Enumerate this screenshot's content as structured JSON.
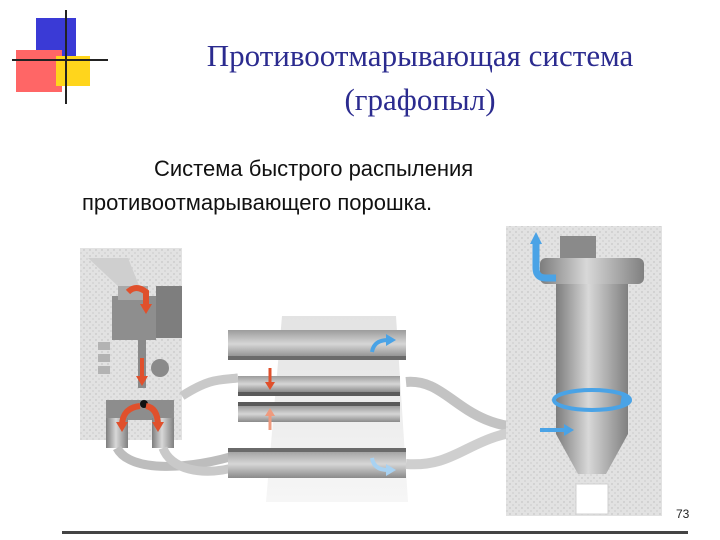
{
  "slide": {
    "title_line1": "Противоотмарывающая система",
    "title_line2": "(графопыл)",
    "body_line1": "Система быстрого распыления",
    "body_line2": "противоотмарывающего порошка.",
    "page_number": "73"
  },
  "colors": {
    "title": "#2b2b8f",
    "deco_blue": "#3a3ad6",
    "deco_red": "#ff6666",
    "deco_yellow": "#ffd51c",
    "arrow_red": "#e0502c",
    "arrow_blue": "#4aa3e6",
    "machine_gray": "#9a9a9a"
  },
  "icons": [
    "corner-decoration-icon",
    "red-arrow-icon",
    "blue-arrow-icon",
    "powder-unit-icon",
    "nozzle-bar-icon",
    "cyclone-separator-icon"
  ]
}
